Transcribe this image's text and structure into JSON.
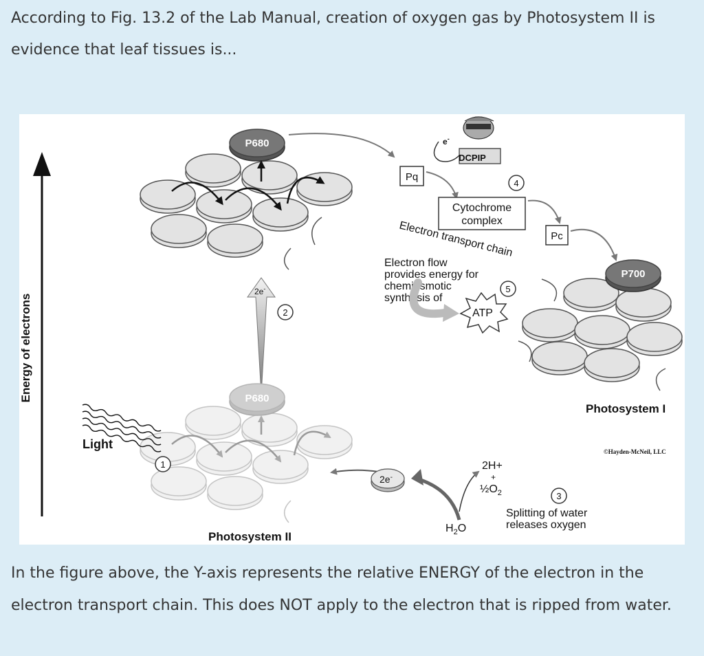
{
  "question": {
    "text": "According to Fig. 13.2 of the Lab Manual, creation of oxygen gas by Photosystem II is evidence that leaf tissues is..."
  },
  "figure": {
    "axis_label": "Energy of electrons",
    "p680_top": "P680",
    "p680_bottom": "P680",
    "p700": "P700",
    "electron_symbol": "e",
    "electron_superscript": "-",
    "dcpip": "DCPIP",
    "pq": "Pq",
    "pc": "Pc",
    "cytochrome_line1": "Cytochrome",
    "cytochrome_line2": "complex",
    "etc_label": "Electron transport chain",
    "flow_line1": "Electron flow",
    "flow_line2": "provides energy for",
    "flow_line3": "chemiosmotic",
    "flow_line4": "synthesis of",
    "atp": "ATP",
    "two_e_up": "2e",
    "two_e_up_sup": "-",
    "two_e_water": "2e",
    "two_e_water_sup": "-",
    "light": "Light",
    "num1": "1",
    "num2": "2",
    "num3": "3",
    "num4": "4",
    "num5": "5",
    "two_h_plus": "2H+",
    "plus": "+",
    "half_o2_half": "½",
    "half_o2_o": "O",
    "half_o2_sub": "2",
    "h2o_h": "H",
    "h2o_sub": "2",
    "h2o_o": "O",
    "splitting_line1": "Splitting of water",
    "splitting_line2": "releases oxygen",
    "photosystem_1": "Photosystem I",
    "photosystem_2": "Photosystem II",
    "copyright": "©Hayden-McNeil, LLC"
  },
  "footer": {
    "text": "In the figure above, the Y-axis represents the relative ENERGY of the electron in the electron transport chain.  This does NOT apply to the electron that is ripped from water."
  }
}
